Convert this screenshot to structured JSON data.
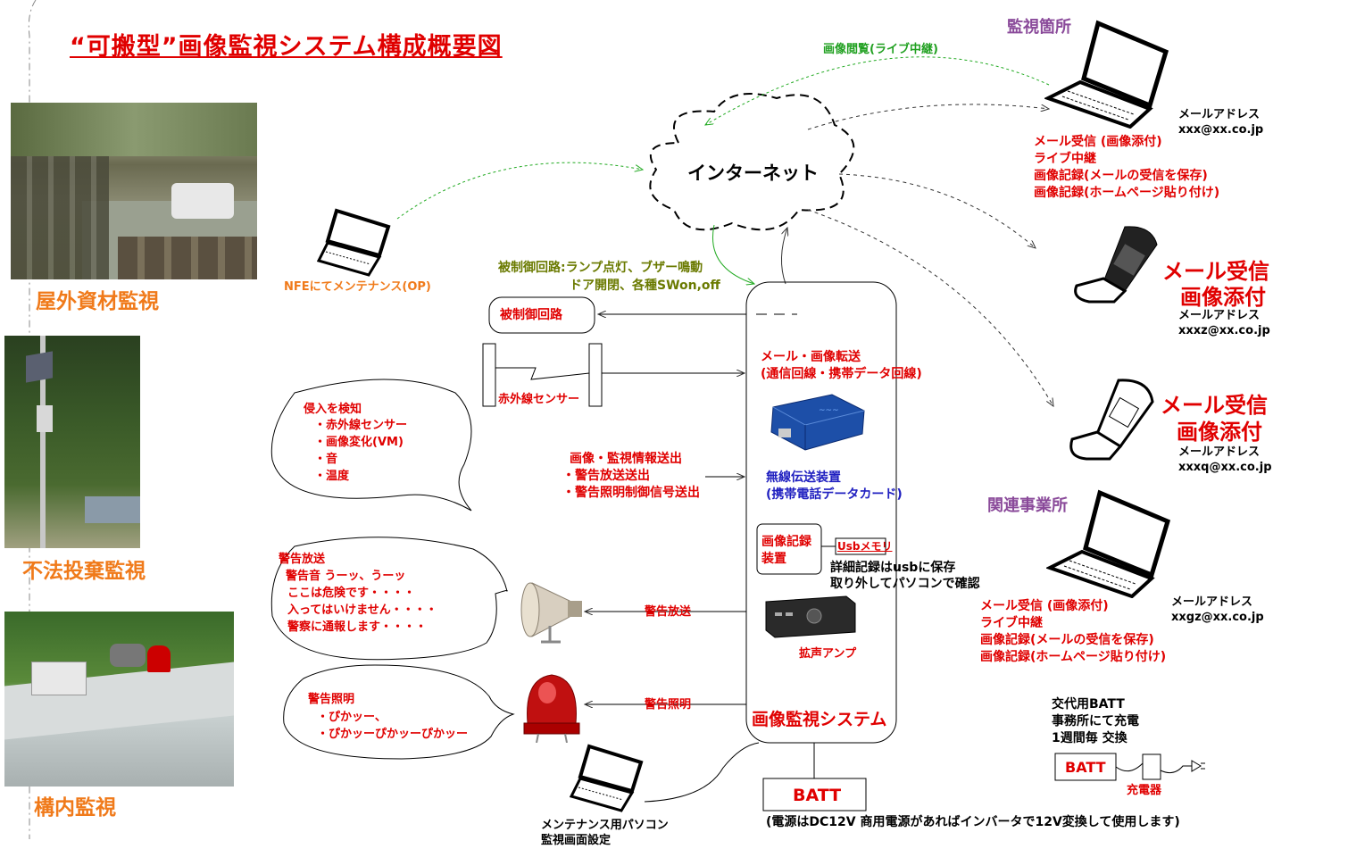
{
  "title": "“可搬型”画像監視システム構成概要図",
  "sites": [
    {
      "label": "屋外資材監視"
    },
    {
      "label": "不法投棄監視"
    },
    {
      "label": "構内監視"
    }
  ],
  "internet": {
    "label": "インターネット",
    "live_label": "画像閲覧(ライブ中継)"
  },
  "nfe": {
    "label": "NFEにてメンテナンス(OP)"
  },
  "control": {
    "note_line1": "被制御回路:ランプ点灯、ブザー鳴動",
    "note_line2": "ドア開閉、各種SWon,off",
    "box": "被制御回路"
  },
  "sensor": {
    "label": "赤外線センサー"
  },
  "intrusion": {
    "lines": [
      "侵入を検知",
      "・赤外線センサー",
      "・画像変化(VM)",
      "・音",
      "・温度"
    ]
  },
  "sendinfo": {
    "lines": [
      "画像・監視情報送出",
      "・警告放送送出",
      "・警告照明制御信号送出"
    ]
  },
  "system": {
    "transfer_line1": "メール・画像転送",
    "transfer_line2": "(通信回線・携帯データ回線)",
    "wireless_line1": "無線伝送装置",
    "wireless_line2": "(携帯電話データカード)",
    "recorder_line1": "画像記録",
    "recorder_line2": "装置",
    "usb": "Usbメモリ",
    "usb_note_line1": "詳細記録はusbに保存",
    "usb_note_line2": "取り外してパソコンで確認",
    "amp": "拡声アンプ",
    "name": "画像監視システム"
  },
  "warn_broadcast": {
    "label": "警告放送",
    "lines": [
      "警告放送",
      "警告音 うーッ、うーッ",
      "ここは危険です・・・・",
      "入ってはいけません・・・・",
      "警察に通報します・・・・"
    ]
  },
  "warn_light": {
    "label": "警告照明",
    "lines": [
      "警告照明",
      "・ぴかッー、",
      "・ぴかッーぴかッーぴかッー"
    ]
  },
  "maint": {
    "line1": "メンテナンス用パソコン",
    "line2": "監視画面設定"
  },
  "batt": {
    "label": "BATT",
    "note": "(電源はDC12V 商用電源があればインバータで12V変換して使用します)"
  },
  "monitor_site": {
    "heading": "監視箇所",
    "email": "メールアドレス xxx@xx.co.jp",
    "lines": [
      "メール受信 (画像添付)",
      "ライブ中継",
      "画像記録(メールの受信を保存)",
      "画像記録(ホームページ貼り付け)"
    ]
  },
  "phone1": {
    "line1": "メール受信",
    "line2": "画像添付",
    "email": "メールアドレス xxxz@xx.co.jp"
  },
  "phone2": {
    "line1": "メール受信",
    "line2": "画像添付",
    "email": "メールアドレス xxxq@xx.co.jp"
  },
  "related": {
    "heading": "関連事業所",
    "email": "メールアドレス xxgz@xx.co.jp",
    "lines": [
      "メール受信 (画像添付)",
      "ライブ中継",
      "画像記録(メールの受信を保存)",
      "画像記録(ホームページ貼り付け)"
    ]
  },
  "spare_batt": {
    "lines": [
      "交代用BATT",
      "事務所にて充電",
      "1週間毎 交換"
    ],
    "batt": "BATT",
    "charger": "充電器"
  }
}
